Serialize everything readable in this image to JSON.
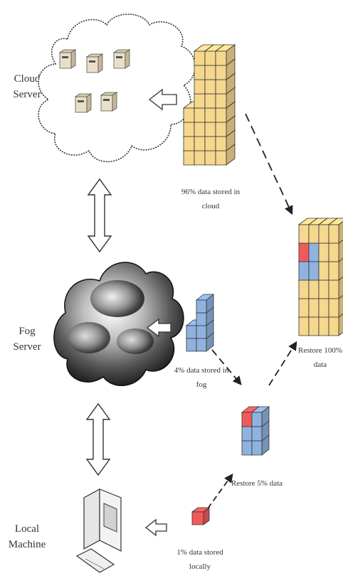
{
  "tiers": {
    "cloud": {
      "line1": "Cloud",
      "line2": "Server"
    },
    "fog": {
      "line1": "Fog",
      "line2": "Server"
    },
    "local": {
      "line1": "Local",
      "line2": "Machine"
    }
  },
  "captions": {
    "cloud_store": {
      "line1": "96% data stored in",
      "line2": "cloud"
    },
    "fog_store": {
      "line1": "4% data stored in",
      "line2": "fog"
    },
    "local_store": {
      "line1": "1% data stored",
      "line2": "locally"
    },
    "restore_5": {
      "line1": "Restore 5% data"
    },
    "restore_100": {
      "line1": "Restore 100%",
      "line2": "data"
    }
  },
  "colors": {
    "yellow": "#f5d78e",
    "blue": "#8fb3de",
    "red": "#ef5b5b",
    "edge": "#333333"
  }
}
